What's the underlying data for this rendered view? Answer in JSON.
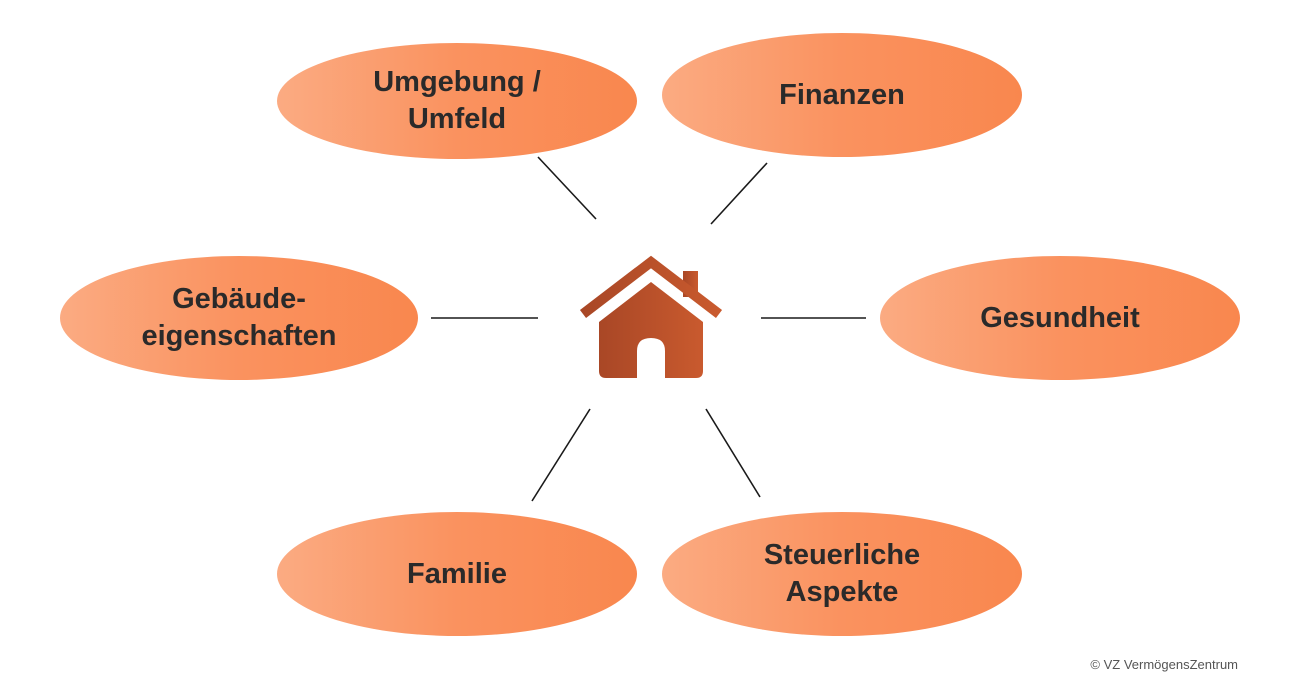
{
  "nodes": {
    "umgebung": "Umgebung /\nUmfeld",
    "finanzen": "Finanzen",
    "gebaeude": "Gebäude-\neigenschaften",
    "gesundheit": "Gesundheit",
    "familie": "Familie",
    "steuer": "Steuerliche\nAspekte"
  },
  "center_icon": "house-icon",
  "copyright": "© VZ VermögensZentrum",
  "colors": {
    "node_light": "#fbab82",
    "node_dark": "#f9874e",
    "house_dark": "#a94726",
    "house_light": "#c95a2e",
    "connector": "#1a1a1a"
  }
}
